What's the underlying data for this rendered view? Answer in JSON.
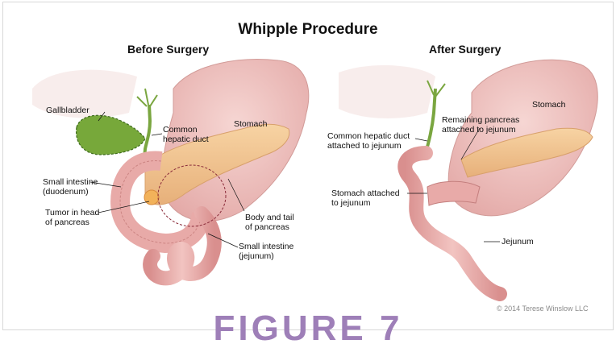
{
  "title": "Whipple Procedure",
  "before": {
    "heading": "Before Surgery",
    "labels": {
      "gallbladder": "Gallbladder",
      "common_duct": "Common\nhepatic duct",
      "stomach": "Stomach",
      "small_intestine": "Small intestine\n(duodenum)",
      "tumor": "Tumor in head\nof pancreas",
      "body_tail": "Body and tail\nof pancreas",
      "jejunum": "Small intestine\n(jejunum)"
    }
  },
  "after": {
    "heading": "After Surgery",
    "labels": {
      "stomach": "Stomach",
      "remaining_pancreas": "Remaining pancreas\nattached to jejunum",
      "common_duct": "Common hepatic duct\nattached to jejunum",
      "stomach_attached": "Stomach attached\nto jejunum",
      "jejunum": "Jejunum"
    }
  },
  "credit": "© 2014 Terese Winslow LLC",
  "figure_label": "FIGURE 7",
  "colors": {
    "organ_fill": "#eab8b2",
    "organ_dark": "#c98683",
    "pancreas": "#f0c490",
    "gallbladder": "#77a83a",
    "figure_text": "#9e7fb8"
  }
}
